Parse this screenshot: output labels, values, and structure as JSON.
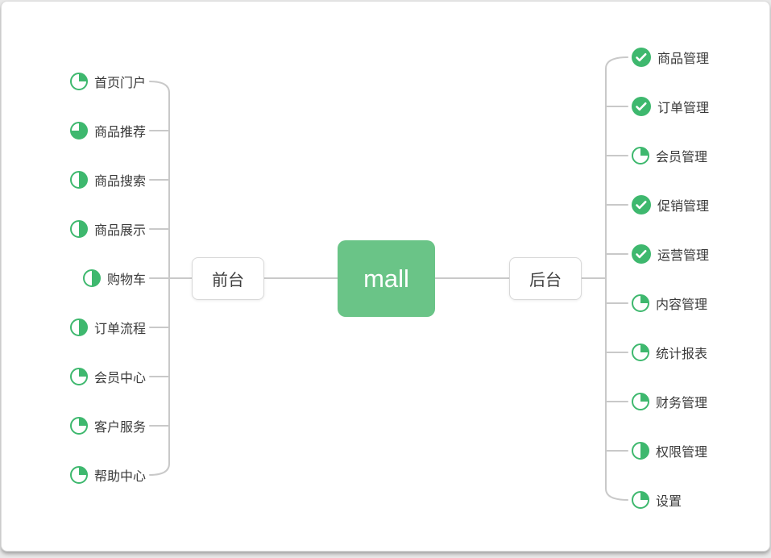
{
  "center": {
    "label": "mall"
  },
  "branches": {
    "left": {
      "label": "前台",
      "items": [
        {
          "label": "首页门户",
          "icon": "pie",
          "progress": 25
        },
        {
          "label": "商品推荐",
          "icon": "pie",
          "progress": 75
        },
        {
          "label": "商品搜索",
          "icon": "pie",
          "progress": 50
        },
        {
          "label": "商品展示",
          "icon": "pie",
          "progress": 50
        },
        {
          "label": "购物车",
          "icon": "pie",
          "progress": 50
        },
        {
          "label": "订单流程",
          "icon": "pie",
          "progress": 50
        },
        {
          "label": "会员中心",
          "icon": "pie",
          "progress": 25
        },
        {
          "label": "客户服务",
          "icon": "pie",
          "progress": 25
        },
        {
          "label": "帮助中心",
          "icon": "pie",
          "progress": 25
        }
      ]
    },
    "right": {
      "label": "后台",
      "items": [
        {
          "label": "商品管理",
          "icon": "check"
        },
        {
          "label": "订单管理",
          "icon": "check"
        },
        {
          "label": "会员管理",
          "icon": "pie",
          "progress": 25
        },
        {
          "label": "促销管理",
          "icon": "check"
        },
        {
          "label": "运营管理",
          "icon": "check"
        },
        {
          "label": "内容管理",
          "icon": "pie",
          "progress": 25
        },
        {
          "label": "统计报表",
          "icon": "pie",
          "progress": 25
        },
        {
          "label": "财务管理",
          "icon": "pie",
          "progress": 25
        },
        {
          "label": "权限管理",
          "icon": "pie",
          "progress": 50
        },
        {
          "label": "设置",
          "icon": "pie",
          "progress": 25
        }
      ]
    }
  },
  "colors": {
    "green": "#3eb86e",
    "node_green": "#6ac487",
    "connector": "#c9c9c9",
    "node_border": "#d8d8d8",
    "text": "#3a3a3a"
  }
}
